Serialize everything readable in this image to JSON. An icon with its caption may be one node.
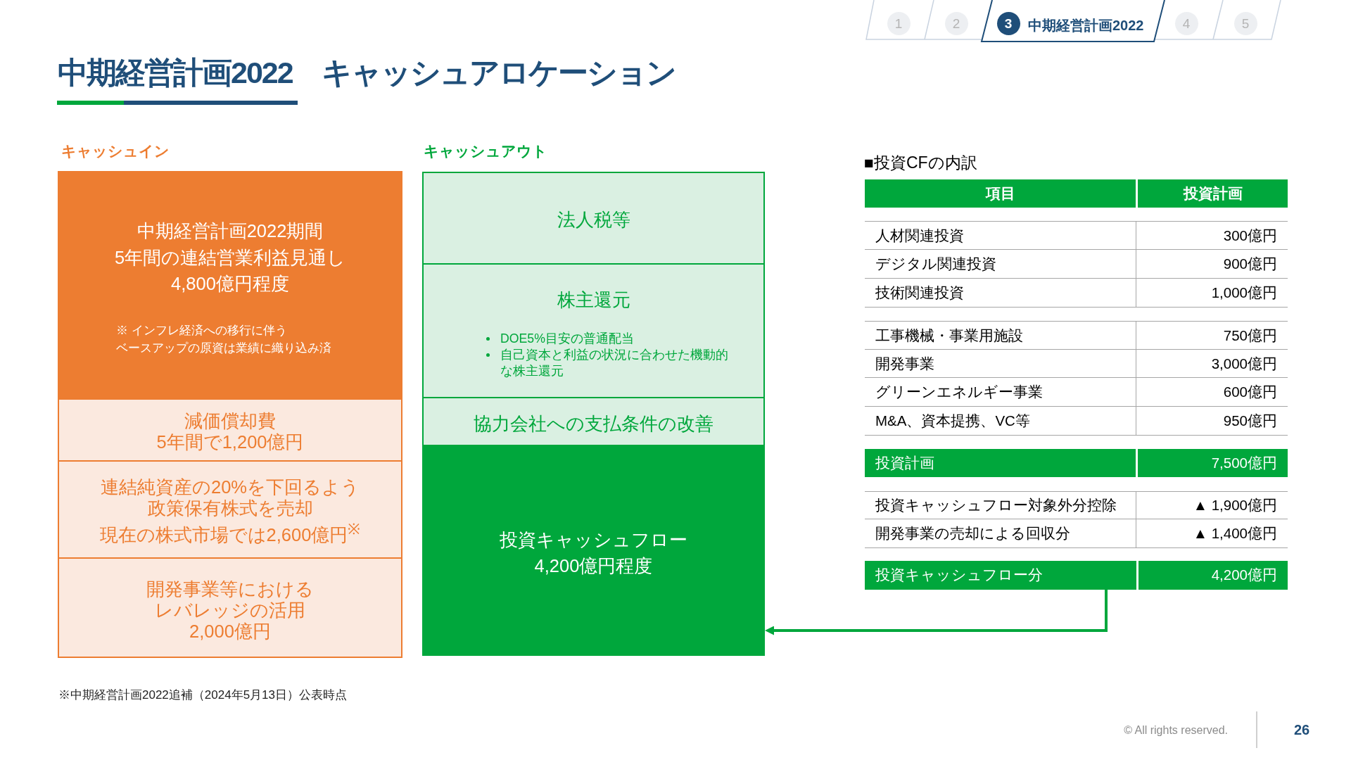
{
  "diagram": {
    "title": "中期経営計画2022　キャッシュアロケーション",
    "nodes": [
      {
        "text": [
          "中期経営計画2022期間5年間の連結営業利益見通し4,800億円程度",
          "※ インフレ経済への移行に伴うベースアップの原資は業績に織り込み済"
        ]
      },
      {
        "text": [
          "減価償却費5年間で1,200億円"
        ]
      },
      {
        "text": [
          "連結純資産の20%を下回るよう政策保有株式を売却現在の株式市場では2,600億円$^{※}$"
        ]
      },
      {
        "text": [
          "開発事業等におけるレバレッジの活用2,000億円"
        ]
      },
      {
        "text": [
          "法人税等"
        ]
      },
      {
        "text": [
          "株主還元",
          "DOE5%目安の普通配当",
          "自己資本と利益の状況に合わせた機動的な株主還元"
        ]
      },
      {
        "text": [
          "協力会社への支払条件の改善"
        ]
      },
      {
        "text": [
          "投資キャッシュフロー4,200億円程度"
        ]
      },
      {
        "text": [
          "投資キャッシュフロー分",
          "4,200億円"
        ]
      }
    ],
    "edges": [
      {
        "from": 8,
        "to": 7,
        "arrow": "to"
      }
    ],
    "labels": [
      "1",
      "2",
      "3",
      "中期経営計画2022",
      "4",
      "5",
      "キャッシュイン",
      "キャッシュアウト",
      "■投資CFの内訳",
      "項目",
      "投資計画",
      "人材関連投資",
      "300億円",
      "デジタル関連投資",
      "900億円",
      "技術関連投資",
      "1,000億円",
      "工事機械・事業用施設",
      "750億円",
      "開発事業",
      "3,000億円",
      "グリーンエネルギー事業",
      "600億円",
      "M&A、資本提携、VC等",
      "950億円",
      "投資計画",
      "7,500億円",
      "投資キャッシュフロー対象外分控除",
      "▲ 1,900億円",
      "開発事業の売却による回収分",
      "▲ 1,400億円",
      "※中期経営計画2022追補（2024年5月13日）公表時点",
      "© All rights reserved.",
      "26"
    ]
  }
}
